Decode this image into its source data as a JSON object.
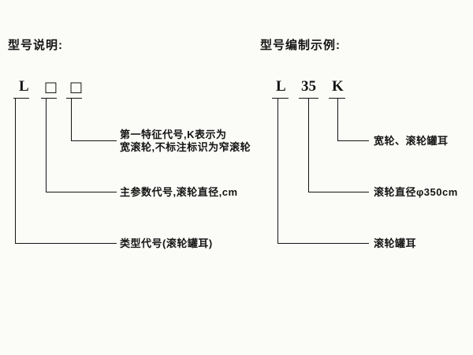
{
  "left": {
    "title": "型号说明:",
    "code": [
      "L",
      "□",
      "□"
    ],
    "labels": {
      "first_feature": {
        "line1": "第一特征代号,K表示为",
        "line2": "宽滚轮,不标注标识为窄滚轮"
      },
      "main_param": "主参数代号,滚轮直径,cm",
      "type_code": "类型代号(滚轮罐耳)"
    }
  },
  "right": {
    "title": "型号编制示例:",
    "code": [
      "L",
      "35",
      "K"
    ],
    "labels": {
      "feature": "宽轮、滚轮罐耳",
      "diameter": "滚轮直径φ350cm",
      "type": "滚轮罐耳"
    }
  }
}
